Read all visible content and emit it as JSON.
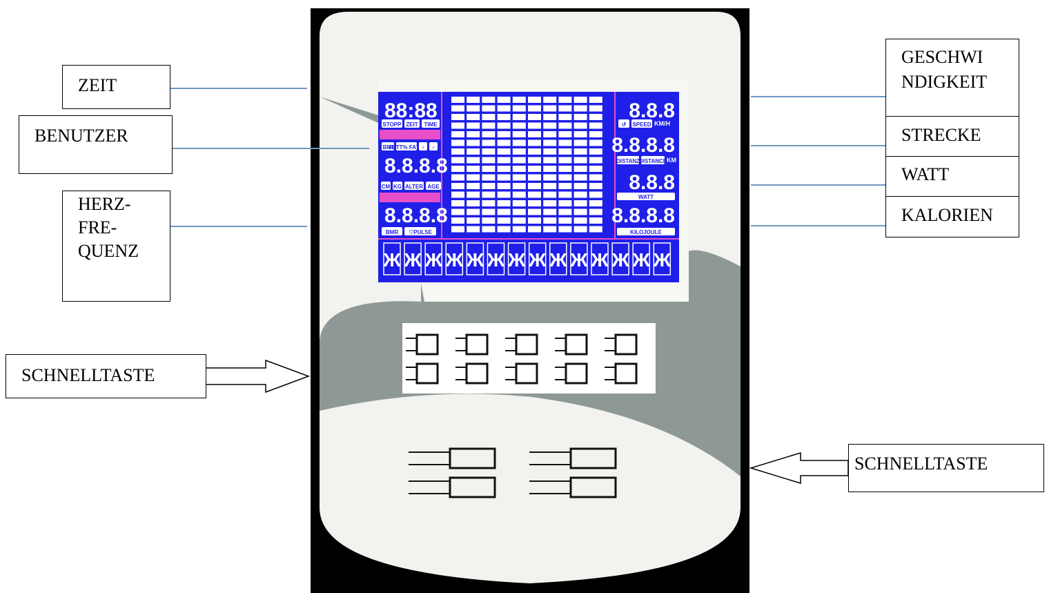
{
  "colors": {
    "frame": "#000000",
    "shell": "#f2f2ee",
    "band": "#8e9896",
    "lcd": "#1f1fe8",
    "lcd_accent": "#e84fc8",
    "lcd_segments": "#ffffff",
    "leader": "#6f97c0"
  },
  "labels": {
    "zeit": "ZEIT",
    "benutzer": "BENUTZER",
    "herzfrequenz": "HERZ-\nFRE-\nQUENZ",
    "schnelltaste_left": "SCHNELLTASTE",
    "geschwindigkeit": "GESCHWI\nNDIGKEIT",
    "strecke": "STRECKE",
    "watt": "WATT",
    "kalorien": "KALORIEN",
    "schnelltaste_right": "SCHNELLTASTE"
  },
  "lcd": {
    "time_digits": "88:88",
    "time_badges": [
      "STOPP",
      "ZEIT",
      "TIME"
    ],
    "user_badges_top": [
      "BMI",
      "FETT% FAT%",
      "♀",
      "♂"
    ],
    "user_digits": "8.8.8.8",
    "user_badges_bottom": [
      "CM",
      "KG",
      "ALTER",
      "AGE"
    ],
    "pulse_digits": "8.8.8.8",
    "pulse_badges": [
      "BMR",
      "♡PULSE"
    ],
    "speed_digits": "8.8.8",
    "speed_badges": [
      "↺",
      "SPEED"
    ],
    "speed_unit": "KM/H",
    "distance_digits": "8.8.8.8",
    "distance_badges": [
      "DISTANZ",
      "DISTANCE"
    ],
    "distance_unit": "KM",
    "watt_digits": "8.8.8",
    "watt_badge": "WATT",
    "kj_digits": "8.8.8.8",
    "kj_badge": "KILOJOULE",
    "matrix_char": "Ж"
  }
}
